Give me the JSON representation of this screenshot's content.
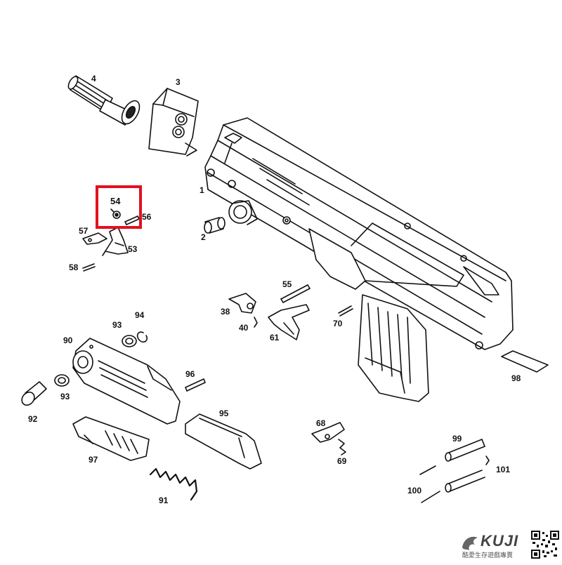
{
  "diagram": {
    "part_labels": {
      "p1": "1",
      "p2": "2",
      "p3": "3",
      "p4": "4",
      "p38": "38",
      "p40": "40",
      "p53": "53",
      "p54": "54",
      "p55": "55",
      "p56": "56",
      "p57": "57",
      "p58": "58",
      "p61": "61",
      "p68": "68",
      "p69": "69",
      "p70": "70",
      "p90": "90",
      "p91": "91",
      "p92": "92",
      "p93a": "93",
      "p93b": "93",
      "p94": "94",
      "p95": "95",
      "p96": "96",
      "p97": "97",
      "p98": "98",
      "p99": "99",
      "p100": "100",
      "p101": "101"
    },
    "highlighted_part": "54",
    "highlight_color": "#e3101f",
    "line_color": "#111111"
  },
  "branding": {
    "logo_text": "KUJI",
    "tagline": "酷愛生存遊戲專賣",
    "qr_icon": "qr-code-icon"
  }
}
